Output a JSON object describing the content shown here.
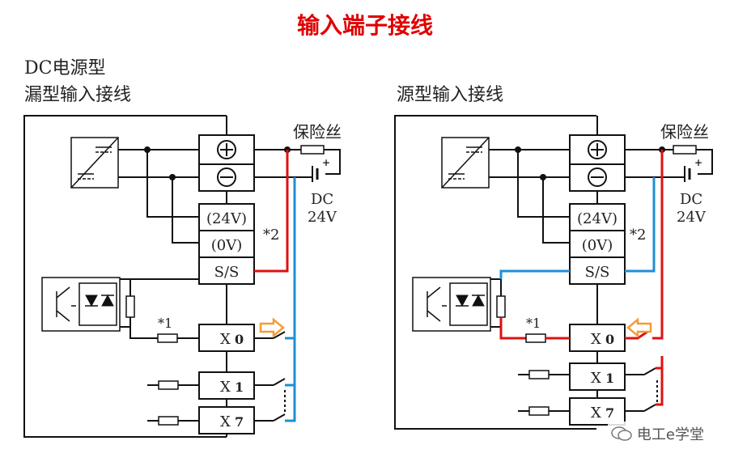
{
  "title": "输入端子接线",
  "left": {
    "caption_line1": "DC电源型",
    "caption_line2": "漏型输入接线",
    "fuse_label": "保险丝",
    "dc_label_line1": "DC",
    "dc_label_line2": "24V",
    "terminal_24v": "(24V)",
    "terminal_0v": "(0V)",
    "terminal_ss": "S/S",
    "note_star2": "*2",
    "note_star1": "*1",
    "x0_label": "X",
    "x0_num": "0",
    "x1_label": "X",
    "x1_num": "1",
    "x7_label": "X",
    "x7_num": "7"
  },
  "right": {
    "caption": "源型输入接线",
    "fuse_label": "保险丝",
    "dc_label_line1": "DC",
    "dc_label_line2": "24V",
    "terminal_24v": "(24V)",
    "terminal_0v": "(0V)",
    "terminal_ss": "S/S",
    "note_star2": "*2",
    "note_star1": "*1",
    "x0_label": "X",
    "x0_num": "0",
    "x1_label": "X",
    "x1_num": "1",
    "x7_label": "X",
    "x7_num": "7"
  },
  "watermark": "电工e学堂",
  "colors": {
    "title": "#e00000",
    "red_wire": "#e01010",
    "blue_wire": "#1e8fd6",
    "arrow": "#f39c3a",
    "black": "#111111"
  }
}
